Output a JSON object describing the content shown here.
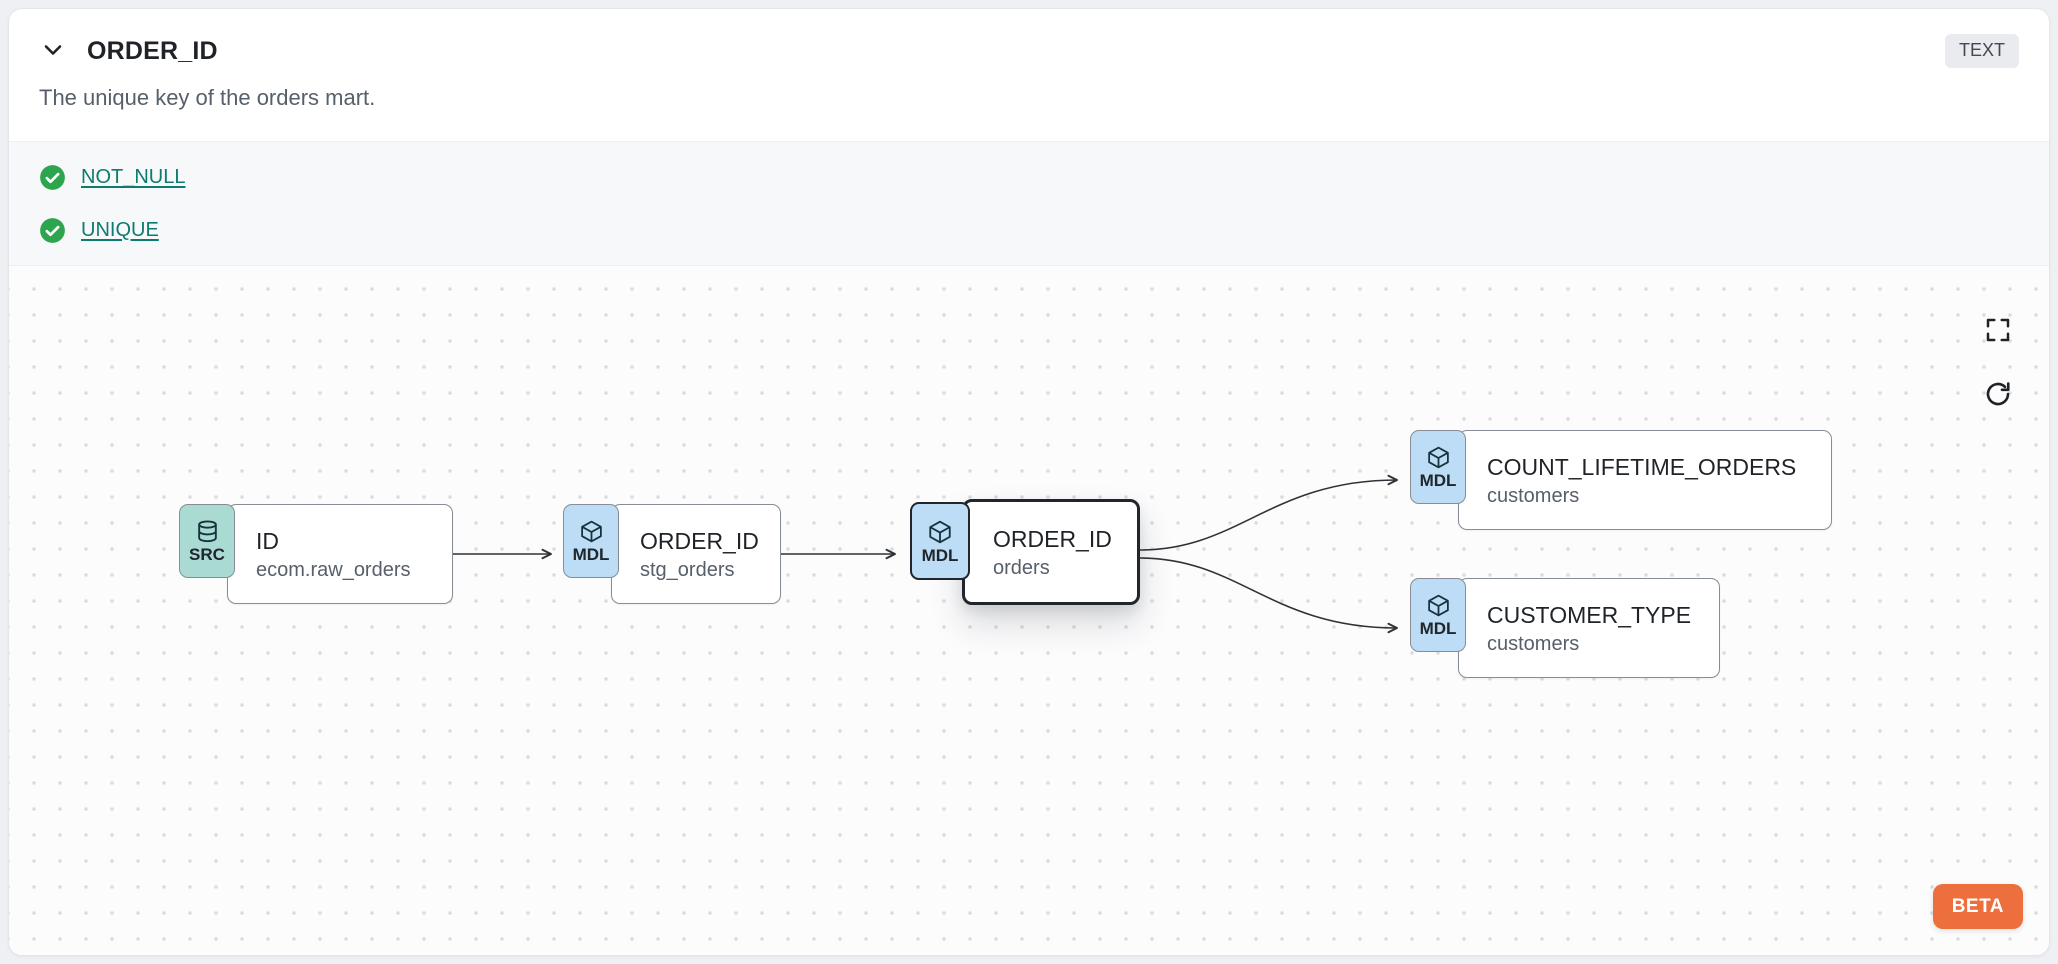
{
  "header": {
    "title": "ORDER_ID",
    "type_badge": "TEXT",
    "description": "The unique key of the orders mart."
  },
  "tests": [
    {
      "label": "NOT_NULL",
      "status": "passed"
    },
    {
      "label": "UNIQUE",
      "status": "passed"
    }
  ],
  "lineage": {
    "nodes": [
      {
        "badge": "SRC",
        "icon": "database-icon",
        "title": "ID",
        "subtitle": "ecom.raw_orders",
        "selected": false
      },
      {
        "badge": "MDL",
        "icon": "cube-icon",
        "title": "ORDER_ID",
        "subtitle": "stg_orders",
        "selected": false
      },
      {
        "badge": "MDL",
        "icon": "cube-icon",
        "title": "ORDER_ID",
        "subtitle": "orders",
        "selected": true
      },
      {
        "badge": "MDL",
        "icon": "cube-icon",
        "title": "COUNT_LIFETIME_ORDERS",
        "subtitle": "customers",
        "selected": false
      },
      {
        "badge": "MDL",
        "icon": "cube-icon",
        "title": "CUSTOMER_TYPE",
        "subtitle": "customers",
        "selected": false
      }
    ],
    "edges": [
      {
        "from": "ID (ecom.raw_orders)",
        "to": "ORDER_ID (stg_orders)"
      },
      {
        "from": "ORDER_ID (stg_orders)",
        "to": "ORDER_ID (orders)"
      },
      {
        "from": "ORDER_ID (orders)",
        "to": "COUNT_LIFETIME_ORDERS (customers)"
      },
      {
        "from": "ORDER_ID (orders)",
        "to": "CUSTOMER_TYPE (customers)"
      }
    ],
    "beta_label": "BETA"
  },
  "colors": {
    "accent_teal": "#0F7B6F",
    "check_green": "#2DA44E",
    "src_badge_bg": "#A9DBD3",
    "mdl_badge_bg": "#BDDCF5",
    "beta_bg": "#EC6F3D",
    "edge": "#2F3337",
    "selected_border": "#21262C"
  }
}
